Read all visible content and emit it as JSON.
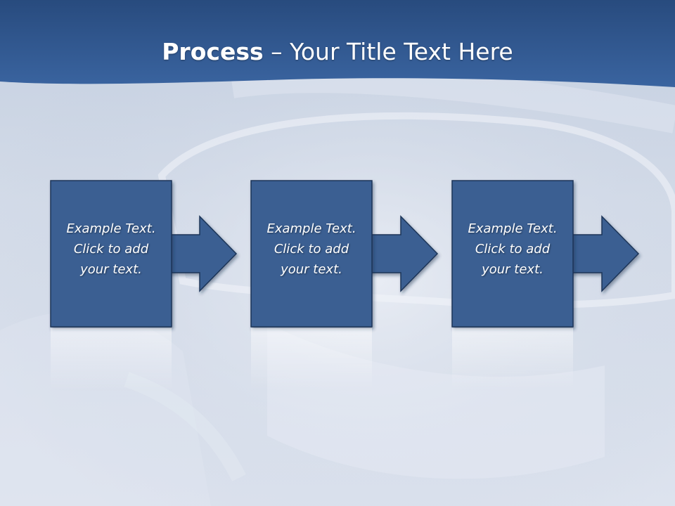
{
  "slide": {
    "title_bold": "Process",
    "title_rest": " – Your Title Text Here"
  },
  "steps": [
    {
      "lines": [
        "Example Text.",
        "Click  to add",
        "your text."
      ]
    },
    {
      "lines": [
        "Example Text.",
        "Click  to add",
        "your text."
      ]
    },
    {
      "lines": [
        "Example Text.",
        "Click  to add",
        "your text."
      ]
    }
  ],
  "colors": {
    "header_top": "#284b7e",
    "header_bottom": "#3a64a0",
    "box_fill": "#3b5f92",
    "box_border": "#1f3558",
    "text": "#ffffff"
  },
  "icons": [
    "arrow-right-icon",
    "background-photo-goggles"
  ]
}
